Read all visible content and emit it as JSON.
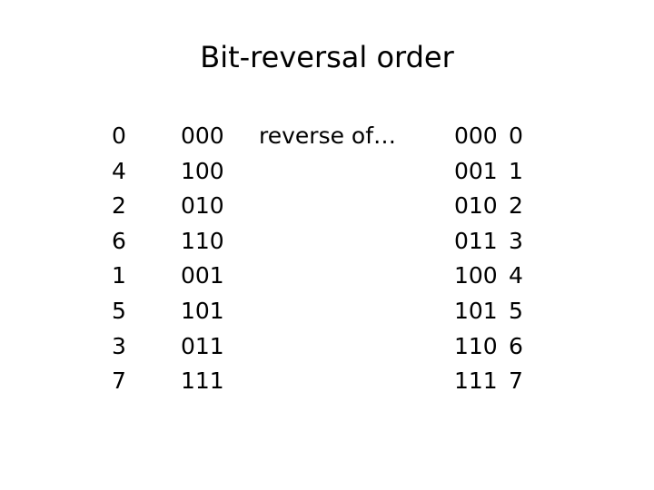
{
  "slide": {
    "title": "Bit-reversal order",
    "middle_label": "reverse of…",
    "rows": [
      {
        "decimal": "0",
        "binary": "000",
        "reversed_binary": "000",
        "reversed_decimal": "0"
      },
      {
        "decimal": "4",
        "binary": "100",
        "reversed_binary": "001",
        "reversed_decimal": "1"
      },
      {
        "decimal": "2",
        "binary": "010",
        "reversed_binary": "010",
        "reversed_decimal": "2"
      },
      {
        "decimal": "6",
        "binary": "110",
        "reversed_binary": "011",
        "reversed_decimal": "3"
      },
      {
        "decimal": "1",
        "binary": "001",
        "reversed_binary": "100",
        "reversed_decimal": "4"
      },
      {
        "decimal": "5",
        "binary": "101",
        "reversed_binary": "101",
        "reversed_decimal": "5"
      },
      {
        "decimal": "3",
        "binary": "011",
        "reversed_binary": "110",
        "reversed_decimal": "6"
      },
      {
        "decimal": "7",
        "binary": "111",
        "reversed_binary": "111",
        "reversed_decimal": "7"
      }
    ]
  }
}
